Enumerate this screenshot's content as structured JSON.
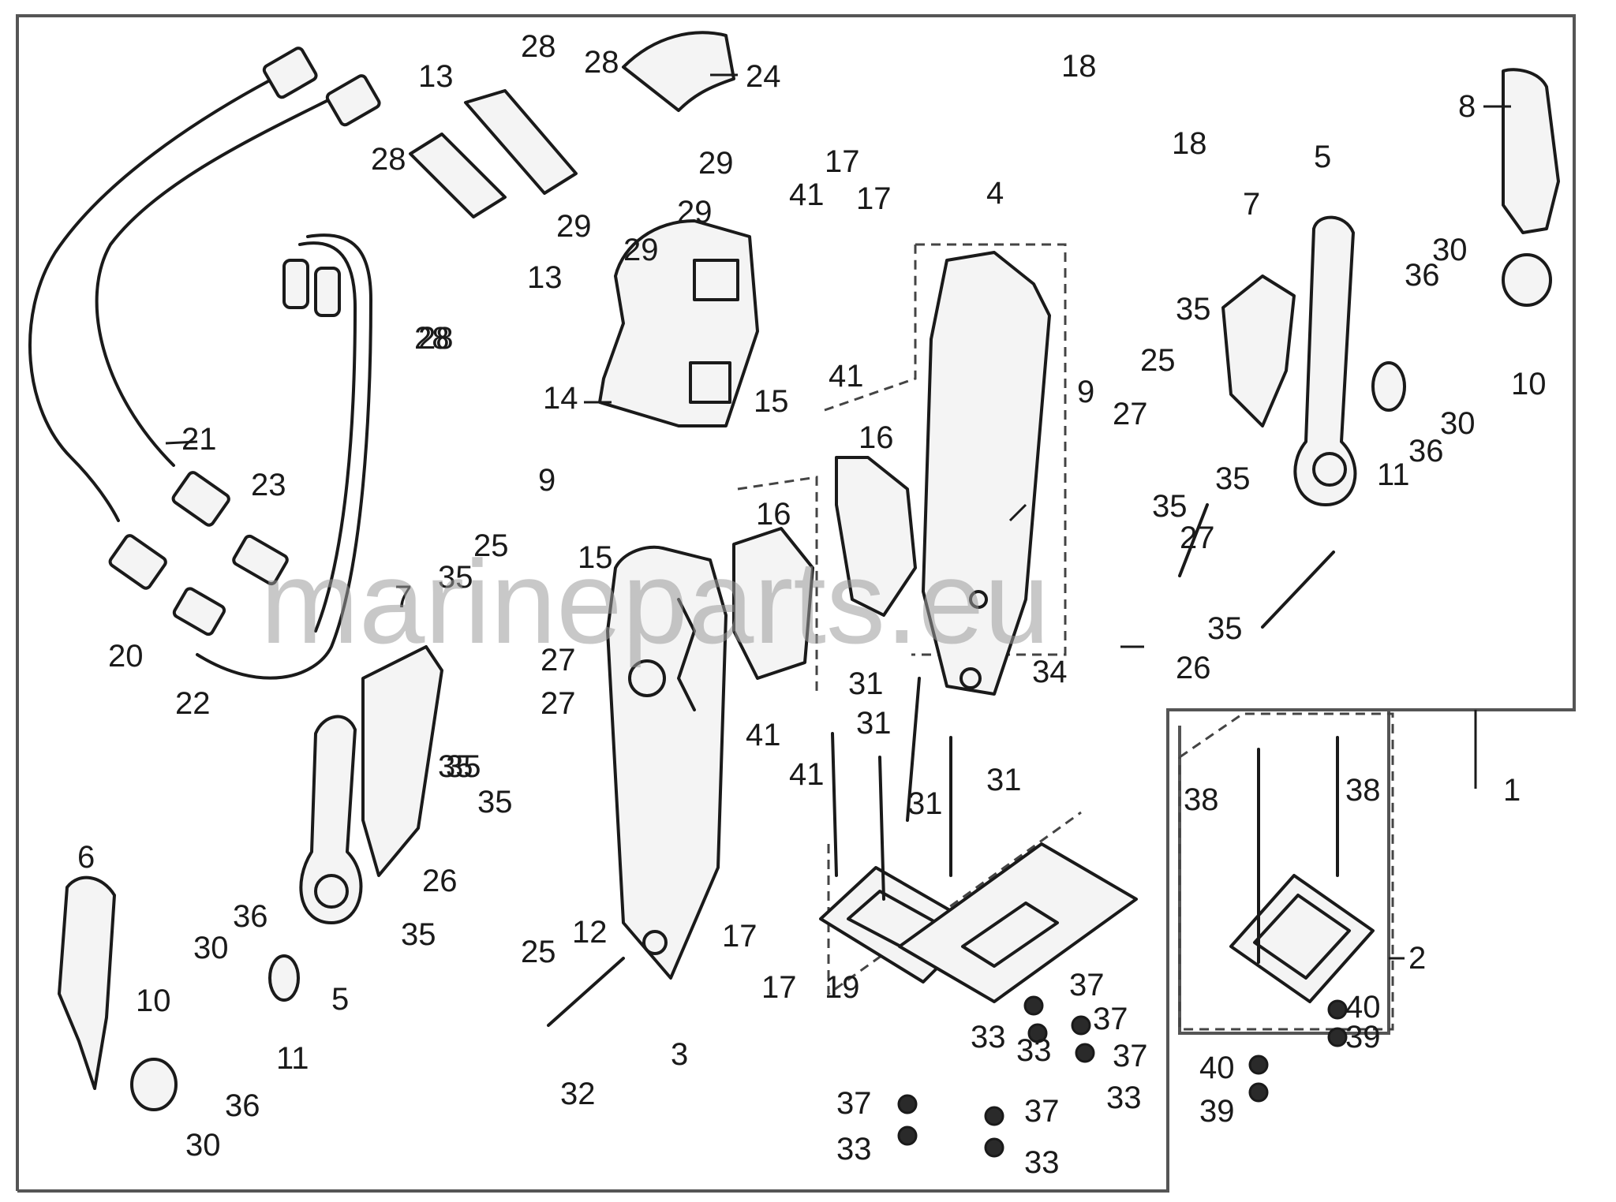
{
  "watermark": "marineparts.eu",
  "callouts": [
    "1",
    "2",
    "3",
    "4",
    "5",
    "5",
    "6",
    "7",
    "7",
    "8",
    "9",
    "9",
    "10",
    "10",
    "11",
    "11",
    "12",
    "13",
    "13",
    "14",
    "15",
    "15",
    "16",
    "16",
    "17",
    "17",
    "17",
    "17",
    "18",
    "18",
    "19",
    "20",
    "21",
    "22",
    "23",
    "24",
    "25",
    "25",
    "25",
    "26",
    "26",
    "27",
    "27",
    "27",
    "27",
    "28",
    "28",
    "28",
    "28",
    "28",
    "29",
    "29",
    "29",
    "29",
    "30",
    "30",
    "30",
    "30",
    "31",
    "31",
    "31",
    "31",
    "32",
    "33",
    "33",
    "33",
    "33",
    "33",
    "34",
    "35",
    "35",
    "35",
    "35",
    "35",
    "35",
    "35",
    "35",
    "35",
    "36",
    "36",
    "36",
    "36",
    "37",
    "37",
    "37",
    "37",
    "37",
    "38",
    "38",
    "39",
    "39",
    "40",
    "40",
    "41",
    "41",
    "41",
    "41"
  ]
}
